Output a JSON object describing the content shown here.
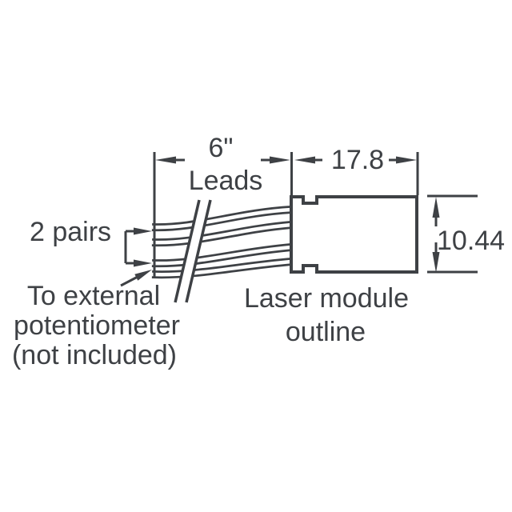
{
  "diagram_title": "laser-module-lead-dimension-drawing",
  "colors": {
    "line": "#3e4145",
    "background": "#ffffff"
  },
  "dimensions": {
    "leads_length_value": "6\"",
    "leads_word": "Leads",
    "module_width_mm": "17.8",
    "module_height_mm": "10.44"
  },
  "annotations": {
    "pairs_label": "2 pairs",
    "external_pot": {
      "line1": "To external",
      "line2": "potentiometer",
      "line3": "(not included)"
    },
    "module_note": {
      "line1": "Laser module",
      "line2": "outline"
    }
  }
}
